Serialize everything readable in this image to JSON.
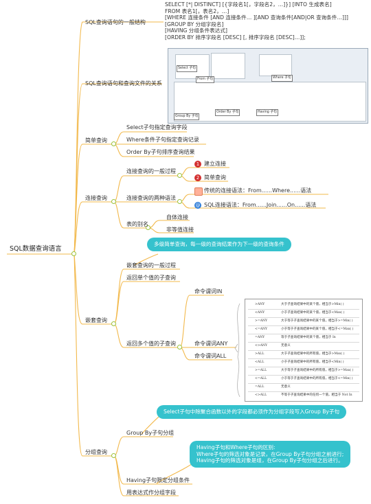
{
  "root": "SQL数据查询语言",
  "colors": {
    "branch": "#f2b84a",
    "accent": "#9ac23c",
    "bubble": "#35c2cd"
  },
  "branches": {
    "general_syntax": {
      "label": "SQL查询语句的一般结构",
      "code": [
        "SELECT [*| DISTINCT] [{字段名1[，字段名2，…]}] [INTO 生成表名]",
        "FROM 表名1[，表名2，…]",
        "[WHERE 连接条件 [AND 连接条件… ][AND 查询条件[AND|OR 查询条件…]]]",
        "[GROUP BY 分组字段名]",
        "[HAVING 分组条件表达式]",
        "[ORDER BY 排序字段名 [DESC] [, 排序字段名 [DESC]…]];"
      ]
    },
    "relation": {
      "label": "SQL查询语句和查询文件的关系",
      "panel_labels": [
        "Select 子句",
        "From 子句",
        "Where 子句",
        "Group By 子句",
        "Order By 子句",
        "Having 子句"
      ]
    },
    "simple_query": {
      "label": "简单查询",
      "children": [
        "Select子句指定查询字段",
        "Where条件子句指定查询记录",
        "Order By子句排序查询结果"
      ]
    },
    "join_query": {
      "label": "连接查询",
      "general_process": "连接查询的一般过程",
      "steps": [
        {
          "num": "1",
          "text": "建立连接"
        },
        {
          "num": "2",
          "text": "简单查询"
        }
      ],
      "two_syntax": "连接查询的两种语法",
      "syntax_items": [
        "传统的连接语法：From......Where......语法",
        "SQL连接语法：From......Join......On......语法"
      ],
      "sql_icon": "@",
      "alias": "表的别名",
      "alias_items": [
        "自体连接",
        "非等值连接"
      ]
    },
    "nested_query": {
      "label": "嵌套查询",
      "bubble": "多级简单查询，每一级的查询结果作为下一级的查询条件",
      "children": [
        "嵌套查询的一般过程",
        "返回单个值的子查询",
        "返回多个值的子查询"
      ],
      "predicates": [
        "命令谓词IN",
        "命令谓词ANY",
        "命令谓词ALL"
      ],
      "table_rows": [
        [
          ">ANY",
          "大于子查询结果中的某个值，相当于>Min( )"
        ],
        [
          "<ANY",
          "小于子查询结果中的某个值，相当于<Max( )"
        ],
        [
          ">=ANY",
          "大于等于子查询结果中的某个值，相当于>=Min( )"
        ],
        [
          "<=ANY",
          "小于等于子查询结果中的某个值，相当于<=Max( )"
        ],
        [
          "=ANY",
          "等于子查询结果中的某个值，相当于 In"
        ],
        [
          "<>ANY",
          "无意义"
        ],
        [
          ">ALL",
          "大于子查询结果中的所有值，相当于>Max( )"
        ],
        [
          "<ALL",
          "小于子查询结果中的所有值，相当于<Min( )"
        ],
        [
          ">=ALL",
          "大于等于子查询结果中的所有值，相当于>=Max( )"
        ],
        [
          "<=ALL",
          "小于等于子查询结果中的所有值，相当于<=Min( )"
        ],
        [
          "=ALL",
          "无意义"
        ],
        [
          "<>ALL",
          "不等于子查询结果中的任何一个值，相当于 Not In"
        ]
      ]
    },
    "group_query": {
      "label": "分组查询",
      "bubble_top": "Select子句中除聚合函数以外的字段都必须作为分组字段写入Group By子句",
      "children": [
        "Group By子句分组",
        "Having子句限定分组条件",
        "用表达式作分组字段"
      ],
      "bubble_bottom": [
        "Having子句和Where子句的区别:",
        "Where子句的筛选对象是记录，在Group By子句分组之前进行;",
        "Having子句的筛选对象是组，在Group By子句分组之后进行。"
      ]
    }
  }
}
